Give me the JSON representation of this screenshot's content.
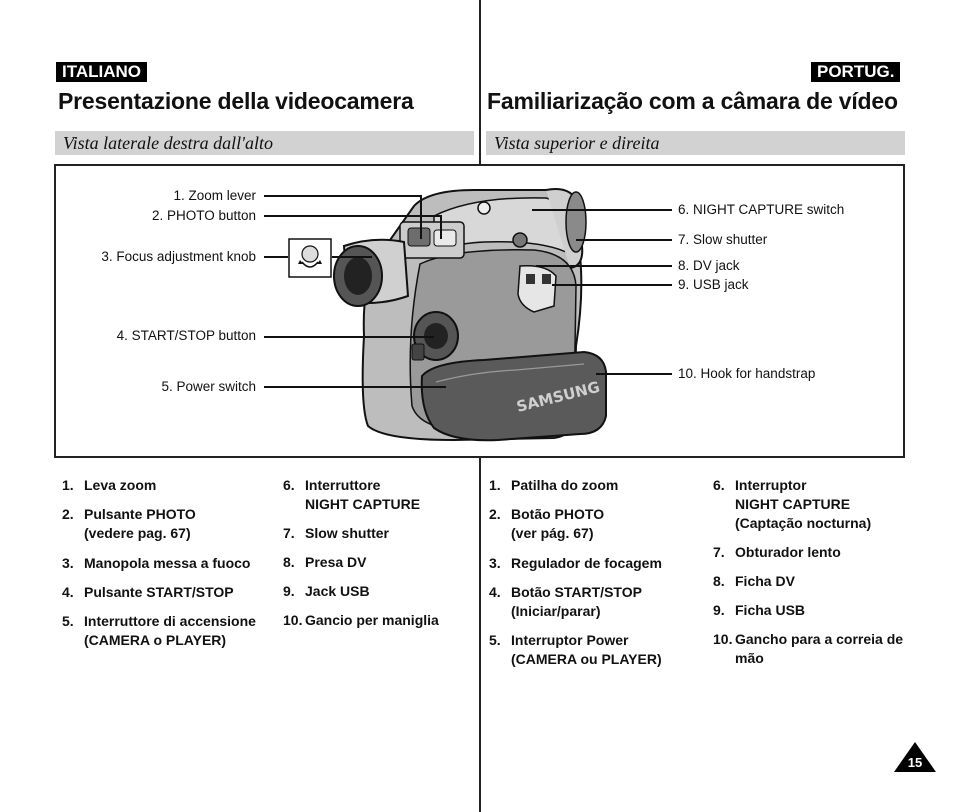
{
  "left": {
    "language": "ITALIANO",
    "title": "Presentazione della videocamera",
    "subtitle": "Vista laterale destra dall'alto",
    "items": [
      {
        "num": "1.",
        "lines": [
          "Leva zoom"
        ]
      },
      {
        "num": "2.",
        "lines": [
          "Pulsante PHOTO",
          "(vedere pag. 67)"
        ]
      },
      {
        "num": "3.",
        "lines": [
          "Manopola messa a fuoco"
        ]
      },
      {
        "num": "4.",
        "lines": [
          "Pulsante START/STOP"
        ]
      },
      {
        "num": "5.",
        "lines": [
          "Interruttore di accensione",
          "(CAMERA o PLAYER)"
        ]
      },
      {
        "num": "6.",
        "lines": [
          "Interruttore",
          "NIGHT CAPTURE"
        ]
      },
      {
        "num": "7.",
        "lines": [
          "Slow shutter"
        ]
      },
      {
        "num": "8.",
        "lines": [
          "Presa DV"
        ]
      },
      {
        "num": "9.",
        "lines": [
          "Jack USB"
        ]
      },
      {
        "num": "10.",
        "lines": [
          "Gancio per maniglia"
        ]
      }
    ]
  },
  "right": {
    "language": "PORTUG.",
    "title": "Familiarização com a câmara de vídeo",
    "subtitle": "Vista superior e direita",
    "items": [
      {
        "num": "1.",
        "lines": [
          "Patilha do zoom"
        ]
      },
      {
        "num": "2.",
        "lines": [
          "Botão PHOTO",
          "(ver pág. 67)"
        ]
      },
      {
        "num": "3.",
        "lines": [
          "Regulador de focagem"
        ]
      },
      {
        "num": "4.",
        "lines": [
          "Botão START/STOP",
          "(Iniciar/parar)"
        ]
      },
      {
        "num": "5.",
        "lines": [
          "Interruptor Power",
          "(CAMERA ou PLAYER)"
        ]
      },
      {
        "num": "6.",
        "lines": [
          "Interruptor",
          "NIGHT CAPTURE",
          "(Captação nocturna)"
        ]
      },
      {
        "num": "7.",
        "lines": [
          "Obturador lento"
        ]
      },
      {
        "num": "8.",
        "lines": [
          "Ficha DV"
        ]
      },
      {
        "num": "9.",
        "lines": [
          "Ficha USB"
        ]
      },
      {
        "num": "10.",
        "lines": [
          "Gancho para a correia de",
          "mão"
        ]
      }
    ]
  },
  "figure": {
    "callouts_left": [
      "1. Zoom lever",
      "2. PHOTO button",
      "3. Focus adjustment knob",
      "4. START/STOP button",
      "5. Power switch"
    ],
    "callouts_right": [
      "6. NIGHT CAPTURE switch",
      "7. Slow shutter",
      "8. DV jack",
      "9. USB jack",
      "10. Hook for handstrap"
    ],
    "strap_brand": "SAMSUNG"
  },
  "page_number": "15",
  "colors": {
    "tag_bg": "#000000",
    "subbar_bg": "#d2d2d2",
    "ink": "#111111"
  }
}
